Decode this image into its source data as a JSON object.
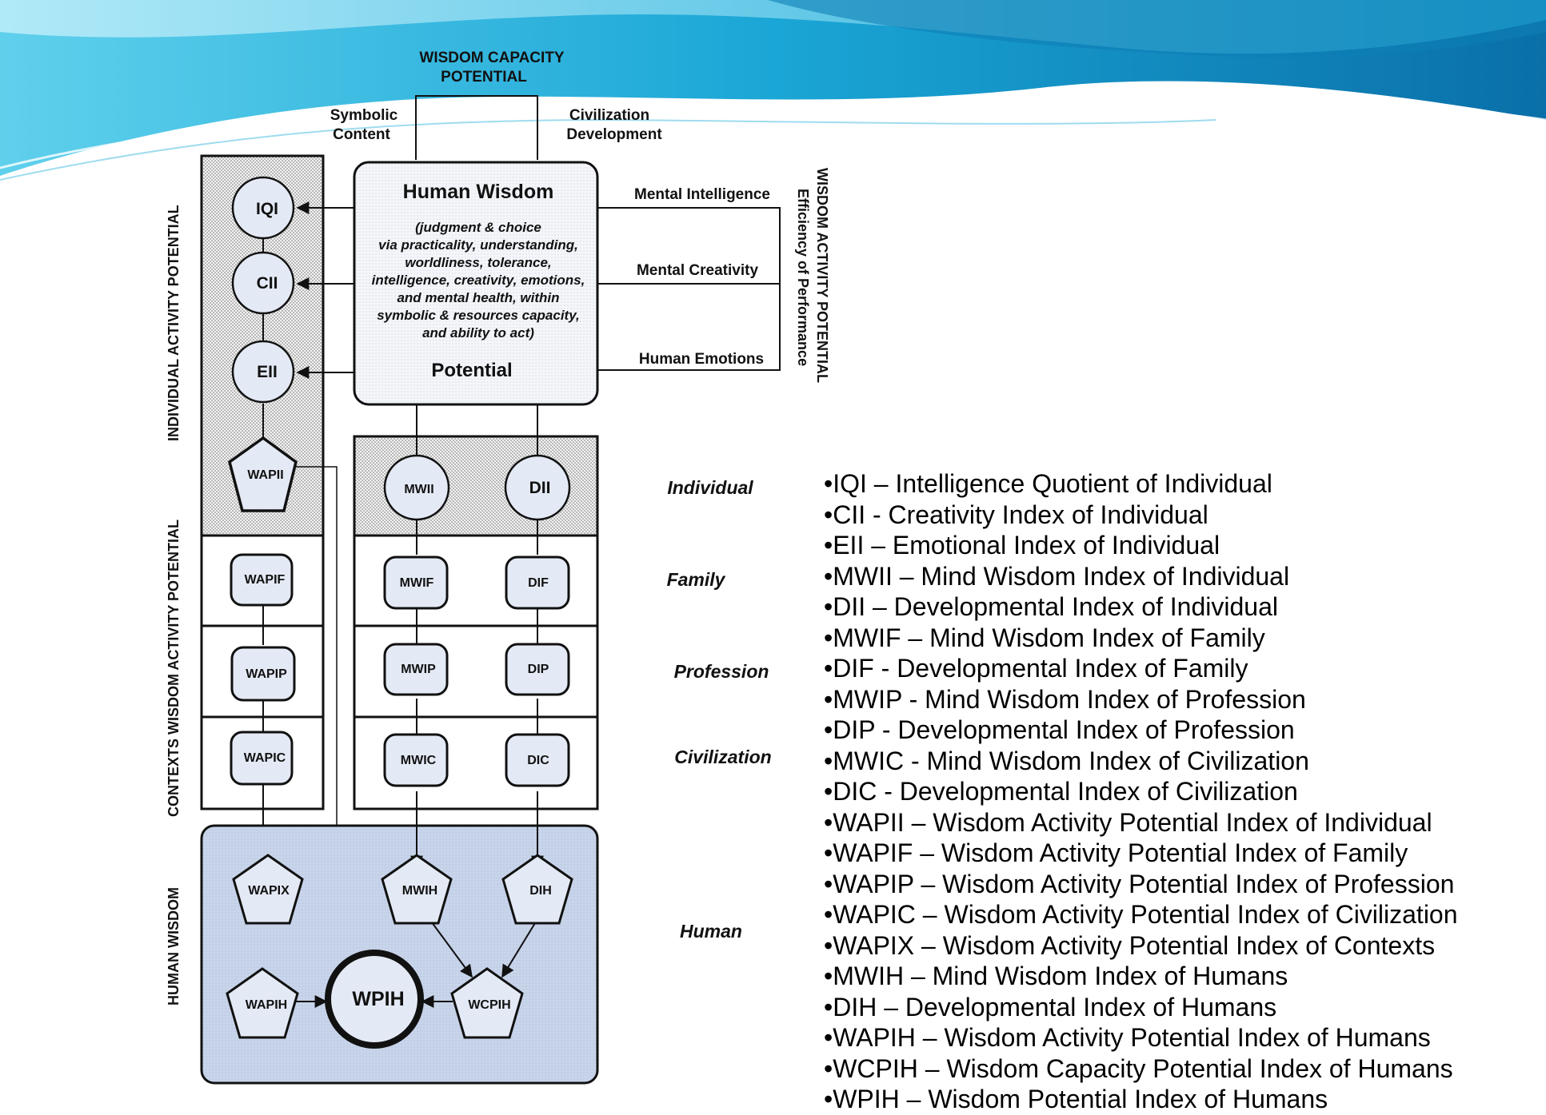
{
  "header": {
    "capacity_line1": "WISDOM CAPACITY",
    "capacity_line2": "POTENTIAL",
    "symbolic_line1": "Symbolic",
    "symbolic_line2": "Content",
    "civilization_line1": "Civilization",
    "civilization_line2": "Development"
  },
  "core": {
    "title": "Human Wisdom",
    "description_lines": [
      "(judgment & choice",
      "via practicality, understanding,",
      "worldliness, tolerance,",
      "intelligence, creativity, emotions,",
      "and mental health, within",
      "symbolic & resources capacity,",
      "and ability to act)"
    ],
    "footer": "Potential"
  },
  "mental": {
    "intelligence": "Mental Intelligence",
    "creativity": "Mental Creativity",
    "emotions": "Human Emotions"
  },
  "right_vertical": {
    "line1": "WISDOM ACTIVITY POTENTIAL",
    "line2": "Efficiency of Performance"
  },
  "side_labels": {
    "individual": "INDIVIDUAL ACTIVITY POTENTIAL",
    "contexts": "CONTEXTS WISDOM ACTIVITY POTENTIAL",
    "human": "HUMAN WISDOM"
  },
  "nodes": {
    "iqi": "IQI",
    "cii": "CII",
    "eii": "EII",
    "wapii": "WAPII",
    "mwii": "MWII",
    "dii": "DII",
    "wapif": "WAPIF",
    "mwif": "MWIF",
    "dif": "DIF",
    "wapip": "WAPIP",
    "mwip": "MWIP",
    "dip": "DIP",
    "wapic": "WAPIC",
    "mwic": "MWIC",
    "dic": "DIC",
    "wapix": "WAPIX",
    "mwih": "MWIH",
    "dih": "DIH",
    "wapih": "WAPIH",
    "wpih": "WPIH",
    "wcpih": "WCPIH"
  },
  "contexts": {
    "individual": "Individual",
    "family": "Family",
    "profession": "Profession",
    "civilization": "Civilization",
    "human": "Human"
  },
  "legend": [
    "IQI – Intelligence Quotient of Individual",
    "CII - Creativity Index of Individual",
    "EII – Emotional Index of Individual",
    "MWII – Mind Wisdom Index of Individual",
    "DII – Developmental Index of Individual",
    "MWIF – Mind Wisdom Index of Family",
    "DIF - Developmental Index of Family",
    "MWIP - Mind Wisdom Index of Profession",
    "DIP - Developmental Index of Profession",
    "MWIC - Mind Wisdom Index of Civilization",
    "DIC - Developmental Index of Civilization",
    "WAPII – Wisdom Activity Potential Index of Individual",
    "WAPIF – Wisdom Activity Potential Index of Family",
    "WAPIP – Wisdom Activity Potential Index of Profession",
    "WAPIC – Wisdom Activity Potential Index of Civilization",
    "WAPIX – Wisdom Activity Potential Index of Contexts",
    "MWIH – Mind Wisdom Index of Humans",
    "DIH – Developmental Index of Humans",
    "WAPIH – Wisdom Activity Potential Index of Humans",
    "WCPIH – Wisdom Capacity Potential Index of Humans",
    "WPIH – Wisdom Potential Index of Humans"
  ],
  "colors": {
    "node_fill": "#e4eaf5",
    "human_panel": "#c9d5ea",
    "stroke": "#111111",
    "wave_dark": "#0e8fc2",
    "wave_light": "#6fd3ee"
  }
}
